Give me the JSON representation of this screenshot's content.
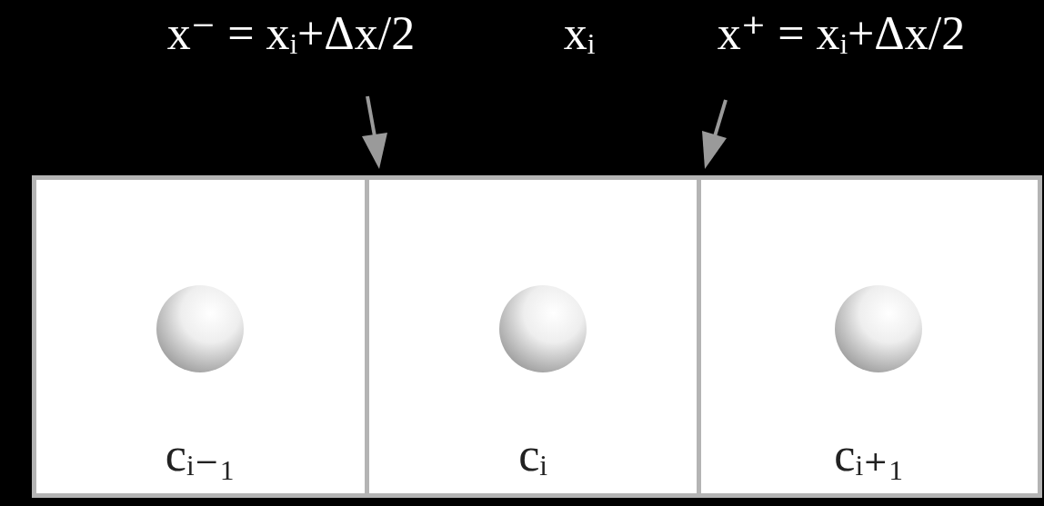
{
  "diagram": {
    "nodes": [
      {
        "text": [
          "cᵢ₋₁"
        ]
      },
      {
        "text": [
          "cᵢ"
        ]
      },
      {
        "text": [
          "cᵢ₊₁"
        ]
      }
    ],
    "labels": [
      "x⁻ = xᵢ+Δx/2",
      "xᵢ",
      "x⁺ = xᵢ+Δx/2"
    ]
  }
}
